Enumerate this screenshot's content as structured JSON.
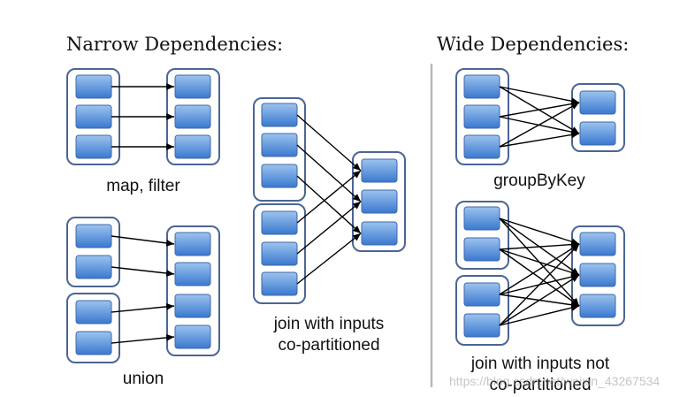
{
  "headings": {
    "narrow": "Narrow Dependencies:",
    "wide": "Wide Dependencies:"
  },
  "labels": {
    "map_filter": "map, filter",
    "union": "union",
    "join_copart_line1": "join with inputs",
    "join_copart_line2": "co-partitioned",
    "group_by_key": "groupByKey",
    "join_not_copart_line1": "join with inputs not",
    "join_not_copart_line2": "co-partitioned"
  },
  "watermark": "https://blog.csdn.net/weixin_43267534",
  "colors": {
    "partition_top": "#9cc3ee",
    "partition_bottom": "#3a78cf",
    "rdd_border": "#4b6595",
    "arrow": "#000000",
    "divider": "#b8b8b8"
  }
}
